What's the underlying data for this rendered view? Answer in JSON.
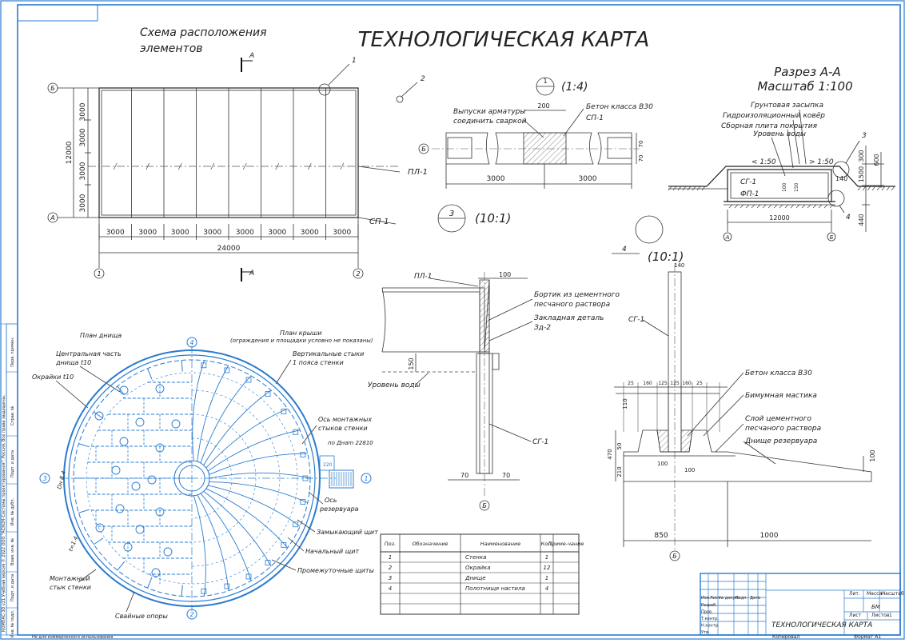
{
  "title": "ТЕХНОЛОГИЧЕСКАЯ КАРТА",
  "layout_scheme": {
    "title_line1": "Схема расположения",
    "title_line2": "элементов",
    "section_mark": "А",
    "row_b": "Б",
    "row_a": "А",
    "col_1": "1",
    "col_2": "2",
    "callout_1": "1",
    "callout_2": "2",
    "dim_vertical_top": "3000",
    "dim_vertical_mid1": "3000",
    "dim_vertical_mid2": "3000",
    "dim_vertical_bottom": "3000",
    "dim_vertical_total": "12000",
    "bay_dims": [
      "3000",
      "3000",
      "3000",
      "3000",
      "3000",
      "3000",
      "3000",
      "3000"
    ],
    "dim_total": "24000",
    "label_pl1": "ПЛ-1",
    "label_sp1": "СП-1"
  },
  "detail_1": {
    "number": "1",
    "scale": "(1:4)",
    "label_rebar_1": "Выпуски арматуры",
    "label_rebar_2": "соединить сваркой",
    "label_concrete": "Бетон класса В30",
    "label_sp1": "СП-1",
    "dim_200": "200",
    "dim_70a": "70",
    "dim_70b": "70",
    "dim_left": "3000",
    "dim_right": "3000",
    "axis_b": "Б"
  },
  "section_aa": {
    "title": "Разрез А-А",
    "scale": "Масштаб 1:100",
    "label_fill": "Грунтовая засыпка",
    "label_waterproof": "Гидроизоляционный ковёр",
    "label_slab": "Сборная плита покрытия",
    "label_water": "Уровень воды",
    "slope_left": "< 1:50",
    "slope_right": "> 1:50",
    "callout_3": "3",
    "callout_4": "4",
    "label_sg1": "СГ-1",
    "label_fp1": "ФП-1",
    "dim_12000": "12000",
    "dim_140": "140",
    "dim_300": "300",
    "dim_600": "600",
    "dim_1500": "1500",
    "dim_440": "440",
    "dim_150": "150",
    "dim_100": "100",
    "axis_a": "А",
    "axis_b": "Б"
  },
  "detail_3": {
    "number": "3",
    "scale": "(10:1)",
    "label_pl1": "ПЛ-1",
    "label_curb_1": "Бортик из цементного",
    "label_curb_2": "песчаного раствора",
    "label_embed_1": "Закладная деталь",
    "label_embed_2": "Зд-2",
    "label_water": "Уровень воды",
    "label_sg1": "СГ-1",
    "dim_100": "100",
    "dim_150": "150",
    "dim_70a": "70",
    "dim_70b": "70",
    "axis_b": "Б"
  },
  "detail_4": {
    "number": "4",
    "scale": "(10:1)",
    "label_sg1": "СГ-1",
    "label_concrete": "Бетон класса В30",
    "label_mastic": "Бимумная мастика",
    "label_mortar_1": "Слой цементного",
    "label_mortar_2": "песчаного раствора",
    "label_bottom": "Днище резервуара",
    "dims_top": [
      "25",
      "160",
      "125",
      "125",
      "160",
      "25"
    ],
    "dim_140": "140",
    "dim_110": "110",
    "dim_470": "470",
    "dim_50": "50",
    "dim_210": "210",
    "dim_100a": "100",
    "dim_100b": "100",
    "dim_100c": "100",
    "dim_850": "850",
    "dim_1000": "1000",
    "axis_b": "Б"
  },
  "plan": {
    "label_bottom_plan": "План днища",
    "label_roof_plan_1": "План крыши",
    "label_roof_plan_2": "(ограждения и площадки условно не показаны)",
    "label_central_1": "Центральная часть",
    "label_central_2": "днища t10",
    "label_edges": "Окрайки t10",
    "label_vertical_1": "Вертикальные стыки",
    "label_vertical_2": "1 пояса стенки",
    "label_axis_joints_1": "Ось монтажных",
    "label_axis_joints_2": "стыков стенки",
    "label_d22810": "по Днаm 22810",
    "label_reservoir_1": "Ось",
    "label_reservoir_2": "резервуара",
    "label_closing": "Замыкающий щит",
    "label_start": "Начальный щит",
    "label_intermediate": "Промежуточные щиты",
    "label_mount_1": "Монтажный",
    "label_mount_2": "стык стенки",
    "label_supports": "Свайные опоры",
    "label_dim_a": "Dн 8.4",
    "label_dim_b": "t=1.4",
    "axis_1": "1",
    "axis_2": "2",
    "axis_3": "3",
    "axis_4": "4"
  },
  "spec_table": {
    "headers": [
      "Поз.",
      "Обозначение",
      "Наименование",
      "Кол.",
      "Приме-чание"
    ],
    "rows": [
      [
        "1",
        "",
        "Стенка",
        "1",
        ""
      ],
      [
        "2",
        "",
        "Окрайка",
        "12",
        ""
      ],
      [
        "3",
        "",
        "Днище",
        "1",
        ""
      ],
      [
        "4",
        "",
        "Полотнище настила",
        "4",
        ""
      ]
    ]
  },
  "title_block": {
    "title": "ТЕХНОЛОГИЧЕСКАЯ КАРТА",
    "code": "БМ",
    "lit": "Лит.",
    "mass": "Масса",
    "scale": "Масштаб",
    "sheet": "Лист",
    "sheets": "Листов",
    "sheets_count": "1",
    "rows": [
      "Изм.",
      "Лист",
      "№ докум.",
      "Подп.",
      "Дата"
    ],
    "roles": [
      "Разраб.",
      "Пров.",
      "Т.контр.",
      "Н.контр.",
      "Утв."
    ],
    "copied": "Копировал",
    "format": "Формат А1"
  },
  "side_stamp": {
    "text_1": "КОМПАС-3D v21 Учебная версия © 2022 ООО \"АСКОН-Системы проектирования\". Россия. Все права защищены.",
    "text_2": "Не для коммерческого использования",
    "col_labels": [
      "Перв. примен.",
      "Справ. №",
      "Подп. и дата",
      "Инв. № дубл.",
      "Взам. инв. №",
      "Подп. и дата",
      "Инв. № подл."
    ]
  }
}
